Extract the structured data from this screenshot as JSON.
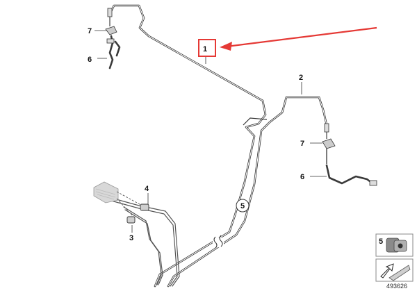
{
  "labels": {
    "part1": "1",
    "part2": "2",
    "part3": "3",
    "part4": "4",
    "part5_circle": "5",
    "part6_top": "6",
    "part6_right": "6",
    "part7_top": "7",
    "part7_right": "7",
    "legend_part5": "5"
  },
  "diagram_number": "493626",
  "colors": {
    "highlight": "#e53935",
    "line": "#555555",
    "legend_bg": "#f2f2f2"
  },
  "icons": {
    "legend_part": "brake-line-clip-icon",
    "legend_arrow": "direction-arrow-icon"
  }
}
